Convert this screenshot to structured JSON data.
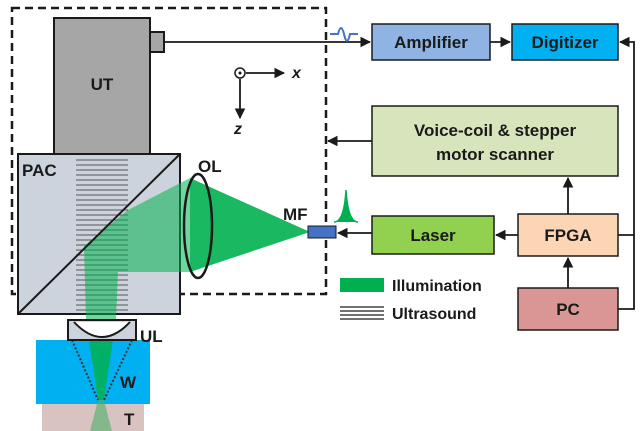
{
  "diagram": {
    "labels": {
      "ut": "UT",
      "pac": "PAC",
      "ol": "OL",
      "mf": "MF",
      "ul": "UL",
      "w": "W",
      "t": "T",
      "axis_x": "x",
      "axis_z": "z"
    },
    "boxes": {
      "amplifier": "Amplifier",
      "digitizer": "Digitizer",
      "scanner_line1": "Voice-coil & stepper",
      "scanner_line2": "motor scanner",
      "laser": "Laser",
      "fpga": "FPGA",
      "pc": "PC"
    },
    "legend": {
      "illumination": "Illumination",
      "ultrasound": "Ultrasound"
    },
    "colors": {
      "amplifier": "#8fb4e3",
      "digitizer": "#00b0f0",
      "scanner": "#d8e4bc",
      "laser": "#92d050",
      "fpga": "#fcd5b4",
      "pc": "#da9694",
      "illumination": "#00b050",
      "water": "#00b0f0",
      "transducer": "#a6a6a6",
      "tissue": "#d9c3c0"
    }
  }
}
